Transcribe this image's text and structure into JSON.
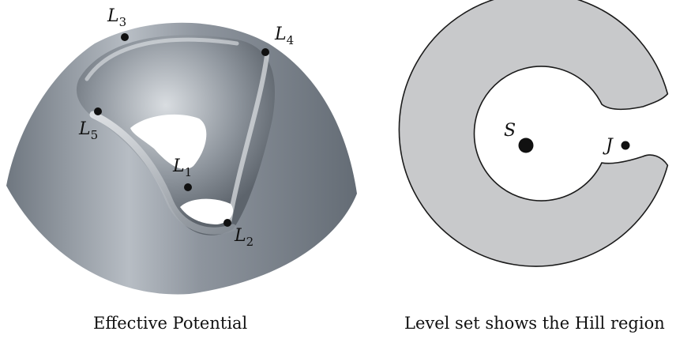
{
  "left_panel": {
    "caption": "Effective Potential",
    "points": [
      {
        "name": "L",
        "sub": "3"
      },
      {
        "name": "L",
        "sub": "4"
      },
      {
        "name": "L",
        "sub": "5"
      },
      {
        "name": "L",
        "sub": "1"
      },
      {
        "name": "L",
        "sub": "2"
      }
    ],
    "surface_color": "#9aa1aa",
    "rim_color": "#c7ccd2"
  },
  "right_panel": {
    "caption": "Level set shows the Hill region",
    "labels": {
      "sun": "S",
      "jupiter": "J"
    },
    "region_color": "#c8c9cb",
    "outline_color": "#1a1a1a"
  }
}
